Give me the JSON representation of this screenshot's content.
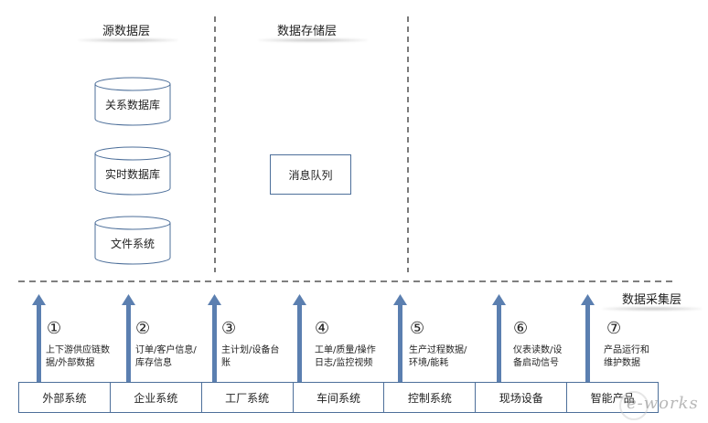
{
  "layers": {
    "source": "源数据层",
    "storage": "数据存储层",
    "collection": "数据采集层"
  },
  "databases": [
    {
      "label": "关系数据库"
    },
    {
      "label": "实时数据库"
    },
    {
      "label": "文件系统"
    }
  ],
  "queue": {
    "label": "消息队列"
  },
  "columns": [
    {
      "num": "①",
      "desc_lines": [
        "上下游供应链数",
        "据/外部数据"
      ]
    },
    {
      "num": "②",
      "desc_lines": [
        "订单/客户信息/",
        "库存信息"
      ]
    },
    {
      "num": "③",
      "desc_lines": [
        "主计划/设备台",
        "账"
      ]
    },
    {
      "num": "④",
      "desc_lines": [
        "工单/质量/操作",
        "日志/监控视频"
      ]
    },
    {
      "num": "⑤",
      "desc_lines": [
        "生产过程数据/",
        "环境/能耗"
      ]
    },
    {
      "num": "⑥",
      "desc_lines": [
        "仪表读数/设",
        "备启动信号"
      ]
    },
    {
      "num": "⑦",
      "desc_lines": [
        "产品运行和",
        "维护数据"
      ]
    }
  ],
  "systems": [
    {
      "label": "外部系统"
    },
    {
      "label": "企业系统"
    },
    {
      "label": "工厂系统"
    },
    {
      "label": "车间系统"
    },
    {
      "label": "控制系统"
    },
    {
      "label": "现场设备"
    },
    {
      "label": "智能产品"
    }
  ],
  "watermark": {
    "text": "e-works"
  },
  "colors": {
    "border": "#4d6f9a",
    "arrow": "#5b7fb0",
    "dash": "#333333"
  }
}
